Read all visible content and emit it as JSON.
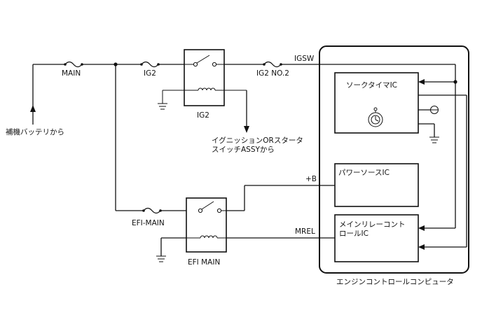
{
  "labels": {
    "main_fuse": "MAIN",
    "ig2_fuse": "IG2",
    "ig2_relay": "IG2",
    "ig2_no2_fuse": "IG2 NO.2",
    "igsw": "IGSW",
    "battery": "補機バッテリから",
    "ignition_line1": "イグニッションORスタータ",
    "ignition_line2": "スイッチASSYから",
    "plus_b": "+B",
    "efi_main_fuse": "EFI-MAIN",
    "efi_main_relay": "EFI MAIN",
    "mrel": "MREL",
    "soak_timer_ic": "ソークタイマIC",
    "power_source_ic": "パワーソースIC",
    "main_relay_ic_line1": "メインリレーコント",
    "main_relay_ic_line2": "ロールIC",
    "ecu": "エンジンコントロールコンピュータ"
  }
}
